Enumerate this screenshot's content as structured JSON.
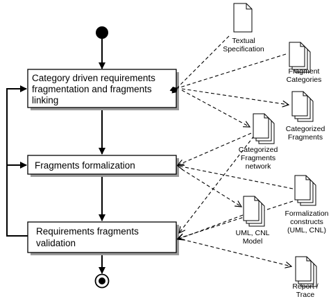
{
  "steps": {
    "step1": {
      "lines": [
        "Category driven requirements",
        "fragmentation and fragments",
        "linking"
      ]
    },
    "step2": {
      "lines": [
        "Fragments formalization"
      ]
    },
    "step3": {
      "lines": [
        "Requirements fragments",
        "validation"
      ]
    }
  },
  "artifacts": {
    "textual_spec": {
      "lines": [
        "Textual",
        "Specification"
      ]
    },
    "fragment_categories": {
      "lines": [
        "Fragment",
        "Categories"
      ]
    },
    "categorized_fragments": {
      "lines": [
        "Categorized",
        "Fragments"
      ]
    },
    "fragments_network": {
      "lines": [
        "Categorized",
        "Fragments",
        "network"
      ]
    },
    "formalization_constructs": {
      "lines": [
        "Formalization",
        "constructs",
        "(UML, CNL)"
      ]
    },
    "uml_cnl_model": {
      "lines": [
        "UML, CNL",
        "Model"
      ]
    },
    "report_trace": {
      "lines": [
        "Report /",
        "Trace"
      ]
    }
  }
}
